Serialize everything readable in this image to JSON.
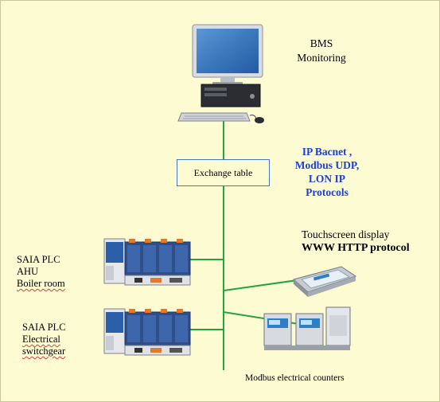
{
  "bms": {
    "line1": "BMS",
    "line2": "Monitoring"
  },
  "exchange_table": "Exchange table",
  "protocols": {
    "line1": "IP Bacnet ,",
    "line2": "Modbus UDP,",
    "line3": "LON IP",
    "line4": "Protocols"
  },
  "touchscreen": {
    "title": "Touchscreen display",
    "protocol": "WWW HTTP protocol"
  },
  "plc1": {
    "line1": "SAIA PLC",
    "line2": "AHU",
    "line3": "Boiler room"
  },
  "plc2": {
    "line1": "SAIA PLC",
    "line2": "Electrical",
    "line3": "switchgear"
  },
  "counters": "Modbus electrical counters",
  "colors": {
    "background": "#fdfbd2",
    "link_line": "#27a33e",
    "protocol_text": "#1b3fd6",
    "box_border": "#4a74c0"
  }
}
